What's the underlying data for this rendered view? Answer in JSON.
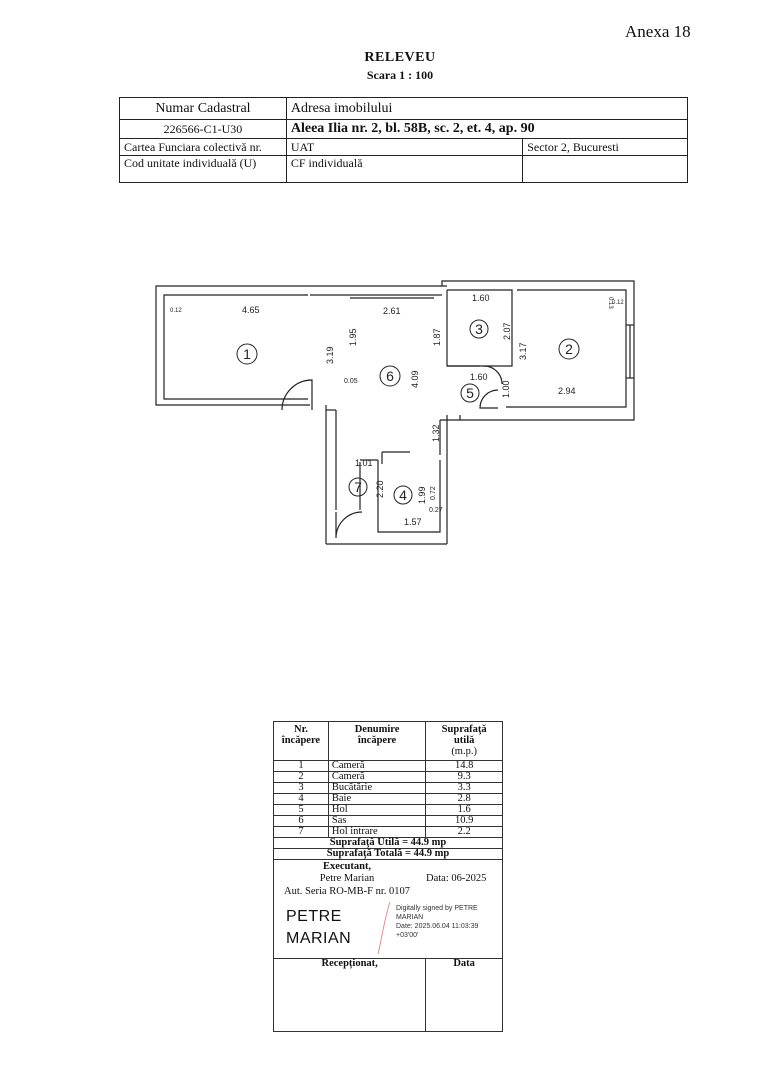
{
  "annex": "Anexa 18",
  "title": "RELEVEU",
  "scale": "Scara 1 : 100",
  "info": {
    "cadastral_label": "Numar Cadastral",
    "address_label": "Adresa imobilului",
    "cadastral_value": "226566-C1-U30",
    "address_value": "Aleea Ilia nr. 2, bl. 58B, sc. 2, et. 4, ap. 90",
    "cf_collective_label": "Cartea Funciara colectivă nr.",
    "uat_label": "UAT",
    "uat_value": "Sector 2, Bucuresti",
    "unit_code_label": "Cod unitate individuală (U)",
    "cf_individual_label": "CF individuală"
  },
  "plan": {
    "dims": {
      "d465": "4.65",
      "d012a": "0.12",
      "d261": "2.61",
      "d160a": "1.60",
      "d013": "0.13",
      "d012b": "0.12",
      "d195": "1.95",
      "d319": "3.19",
      "d187": "1.87",
      "d207": "2.07",
      "d317": "3.17",
      "d005": "0.05",
      "d409": "4.09",
      "d160b": "1.60",
      "d100": "1.00",
      "d294": "2.94",
      "d132": "1.32",
      "d101": "1.01",
      "d220": "2.20",
      "d199": "1.99",
      "d072": "0.72",
      "d027": "0.27",
      "d157": "1.57"
    },
    "room_numbers": [
      "1",
      "2",
      "3",
      "4",
      "5",
      "6",
      "7"
    ]
  },
  "rooms_table": {
    "headers": {
      "nr": [
        "Nr.",
        "încăpere"
      ],
      "name": [
        "Denumire",
        "încăpere"
      ],
      "area": [
        "Suprafaţă",
        "utilă",
        "(m.p.)"
      ]
    },
    "rows": [
      {
        "nr": "1",
        "name": "Cameră",
        "area": "14.8"
      },
      {
        "nr": "2",
        "name": "Cameră",
        "area": "9.3"
      },
      {
        "nr": "3",
        "name": "Bucătărie",
        "area": "3.3"
      },
      {
        "nr": "4",
        "name": "Baie",
        "area": "2.8"
      },
      {
        "nr": "5",
        "name": "Hol",
        "area": "1.6"
      },
      {
        "nr": "6",
        "name": "Sas",
        "area": "10.9"
      },
      {
        "nr": "7",
        "name": "Hol intrare",
        "area": "2.2"
      }
    ],
    "usable_total": "Suprafaţă Utilă = 44.9 mp",
    "total": "Suprafaţă Totală = 44.9 mp",
    "executant_label": "Executant,",
    "executant_name": "Petre Marian",
    "authorization": "Aut. Seria RO-MB-F nr. 0107",
    "date": "Data: 06-2025",
    "signature_name_1": "PETRE",
    "signature_name_2": "MARIAN",
    "digital_1": "Digitally signed by PETRE",
    "digital_2": "MARIAN",
    "digital_3": "Date: 2025.06.04 11:03:39",
    "digital_4": "+03'00'",
    "receptionat_label": "Recepționat,",
    "data_label": "Data"
  }
}
